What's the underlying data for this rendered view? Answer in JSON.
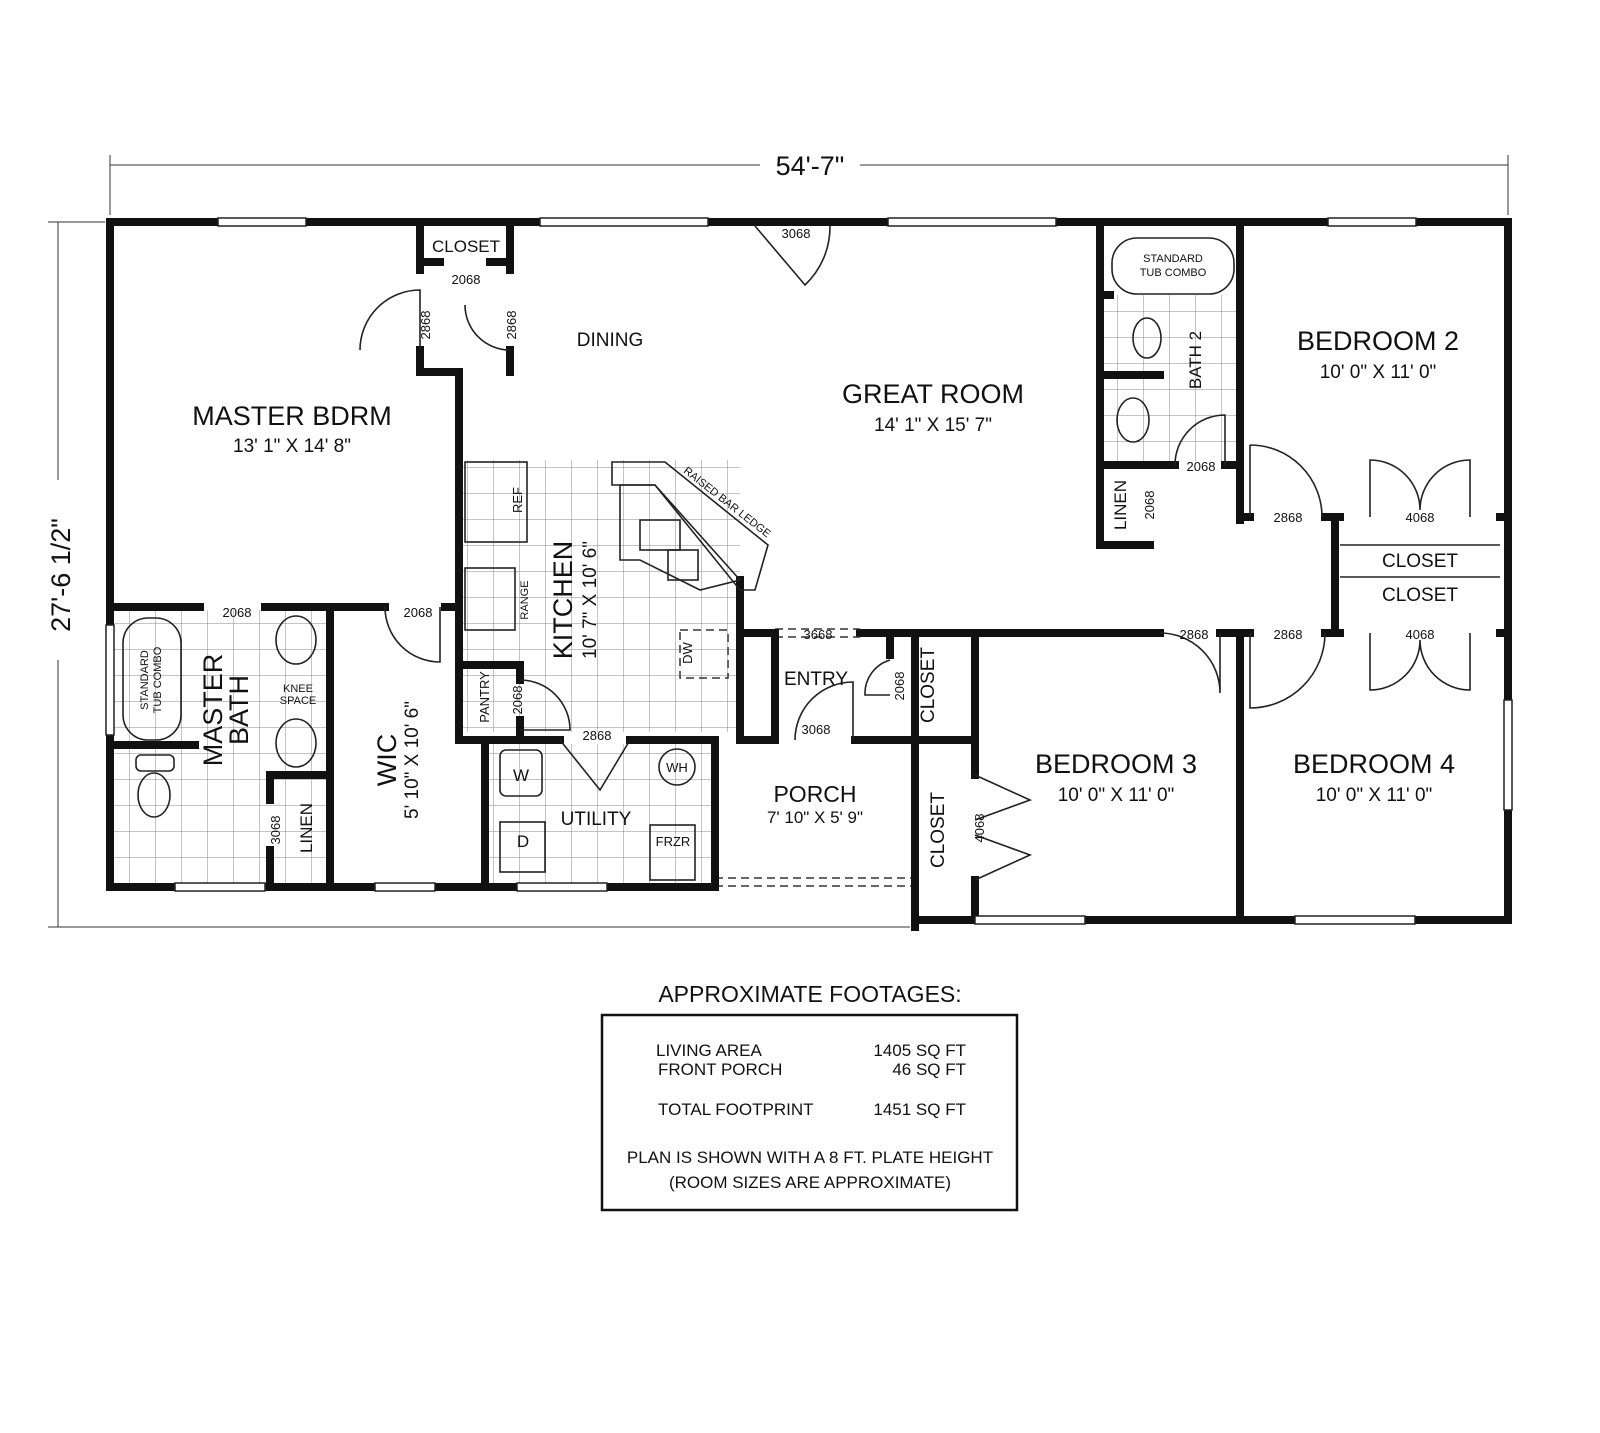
{
  "dimensions": {
    "width": "54'-7\"",
    "depth": "27'-6 1/2\""
  },
  "rooms": {
    "master_bdrm": {
      "name": "MASTER BDRM",
      "size": "13' 1\" X 14' 8\""
    },
    "great_room": {
      "name": "GREAT ROOM",
      "size": "14' 1\" X 15' 7\""
    },
    "dining": {
      "name": "DINING"
    },
    "kitchen": {
      "name": "KITCHEN",
      "size": "10' 7\" X 10' 6\""
    },
    "bedroom2": {
      "name": "BEDROOM 2",
      "size": "10' 0\" X 11' 0\""
    },
    "bedroom3": {
      "name": "BEDROOM 3",
      "size": "10' 0\" X 11' 0\""
    },
    "bedroom4": {
      "name": "BEDROOM 4",
      "size": "10' 0\" X 11' 0\""
    },
    "wic": {
      "name": "WIC",
      "size": "5' 10\" X 10' 6\""
    },
    "porch": {
      "name": "PORCH",
      "size": "7' 10\" X 5' 9\""
    },
    "master_bath": {
      "name": "MASTER",
      "name2": "BATH"
    },
    "bath2": {
      "name": "BATH 2"
    },
    "entry": {
      "name": "ENTRY"
    },
    "utility": {
      "name": "UTILITY"
    },
    "pantry": {
      "name": "PANTRY"
    },
    "closet": "CLOSET",
    "linen": "LINEN"
  },
  "fixtures": {
    "tub": "STANDARD",
    "tub2": "TUB COMBO",
    "knee": "KNEE",
    "knee2": "SPACE",
    "ref": "REF",
    "range": "RANGE",
    "dw": "DW",
    "bar": "RAISED BAR LEDGE",
    "washer": "W",
    "dryer": "D",
    "wh": "WH",
    "frzr": "FRZR"
  },
  "doors": {
    "d2068": "2068",
    "d2868": "2868",
    "d3068": "3068",
    "d3668": "3668",
    "d4068": "4068"
  },
  "footages": {
    "title": "APPROXIMATE FOOTAGES:",
    "rows": [
      {
        "label": "LIVING AREA",
        "value": "1405 SQ FT"
      },
      {
        "label": "FRONT PORCH",
        "value": "46 SQ FT"
      },
      {
        "label": "TOTAL FOOTPRINT",
        "value": "1451 SQ FT"
      }
    ],
    "note1": "PLAN IS SHOWN WITH A 8 FT. PLATE HEIGHT",
    "note2": "(ROOM SIZES ARE APPROXIMATE)"
  }
}
